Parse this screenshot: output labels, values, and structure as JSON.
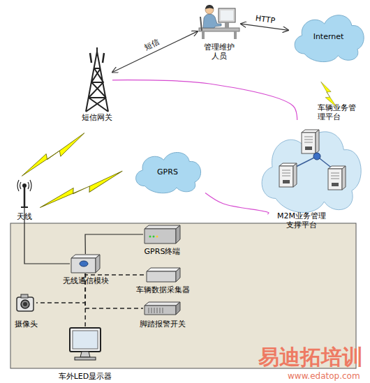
{
  "diagram": {
    "nodes": [
      {
        "text": [
          "管理维护人员"
        ]
      },
      {
        "text": [
          "Internet"
        ]
      },
      {
        "text": [
          "短信网关"
        ]
      },
      {
        "text": [
          "M2M业务管理支撑平台"
        ]
      },
      {
        "text": [
          "GPRS"
        ]
      },
      {
        "text": [
          "天线"
        ]
      },
      {
        "text": [
          "GPRS终端"
        ]
      },
      {
        "text": [
          "无线通信模块"
        ]
      },
      {
        "text": [
          "车辆数据采集器"
        ]
      },
      {
        "text": [
          "摄像头"
        ]
      },
      {
        "text": [
          "脚踏报警开关"
        ]
      },
      {
        "text": [
          "车外LED显示器"
        ]
      }
    ],
    "edges": [
      {
        "from": 0,
        "to": 2,
        "arrow": "both",
        "label": "短信"
      },
      {
        "from": 0,
        "to": 1,
        "arrow": "both",
        "label": "HTTP"
      },
      {
        "from": 2,
        "to": 3,
        "arrow": "none"
      },
      {
        "from": 4,
        "to": 3,
        "arrow": "none"
      },
      {
        "from": 5,
        "to": 7,
        "arrow": "none"
      },
      {
        "from": 7,
        "to": 6,
        "arrow": "none"
      },
      {
        "from": 7,
        "to": 8,
        "arrow": "none"
      },
      {
        "from": 7,
        "to": 9,
        "arrow": "none"
      },
      {
        "from": 7,
        "to": 10,
        "arrow": "none"
      },
      {
        "from": 7,
        "to": 11,
        "arrow": "none"
      }
    ],
    "labels": [
      "车辆业务管理平台",
      "易迪拓培训",
      "www.edatop.com"
    ]
  }
}
